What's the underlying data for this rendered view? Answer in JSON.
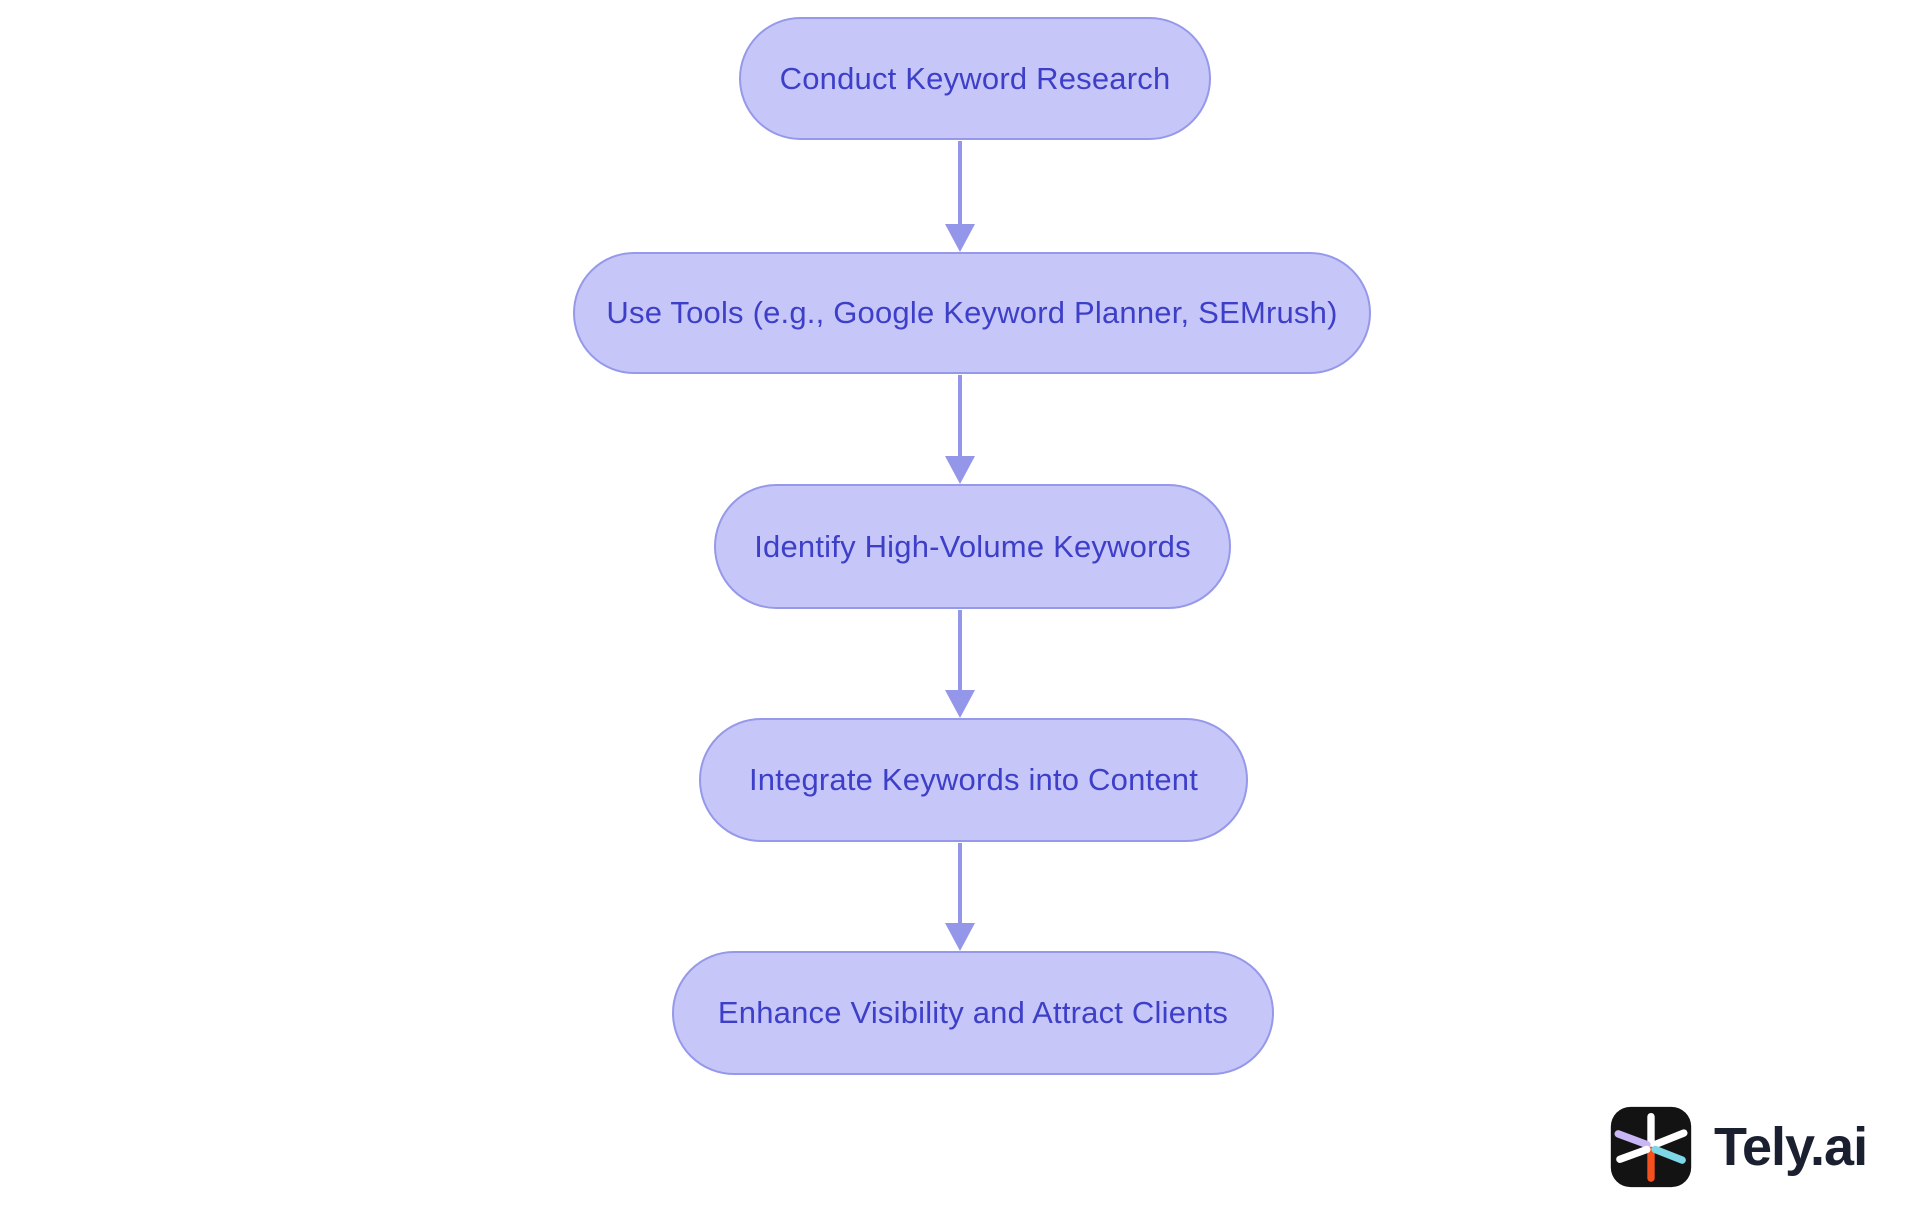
{
  "flowchart": {
    "type": "flowchart",
    "direction": "top-down",
    "nodes": [
      {
        "id": "conduct-keyword-research",
        "label": "Conduct Keyword Research"
      },
      {
        "id": "use-tools",
        "label": "Use Tools (e.g., Google Keyword Planner, SEMrush)"
      },
      {
        "id": "identify-high-volume-keywords",
        "label": "Identify High-Volume Keywords"
      },
      {
        "id": "integrate-keywords-into-content",
        "label": "Integrate Keywords into Content"
      },
      {
        "id": "enhance-visibility-attract-clients",
        "label": "Enhance Visibility and Attract Clients"
      }
    ],
    "edges": [
      {
        "from": "conduct-keyword-research",
        "to": "use-tools"
      },
      {
        "from": "use-tools",
        "to": "identify-high-volume-keywords"
      },
      {
        "from": "identify-high-volume-keywords",
        "to": "integrate-keywords-into-content"
      },
      {
        "from": "integrate-keywords-into-content",
        "to": "enhance-visibility-attract-clients"
      }
    ]
  },
  "branding": {
    "logo_text": "Tely.ai",
    "icon": "tely-asterisk-icon"
  },
  "colors": {
    "node-fill": "#c6c7f8",
    "node-border": "#9698ea",
    "node-text": "#3e3fc9",
    "arrow": "#9496ea",
    "logo-text": "#1b2030",
    "logo-bg": "#131313",
    "spoke-white": "#ffffff",
    "spoke-orange": "#f4511e",
    "spoke-lavender": "#c9b6f4",
    "spoke-cyan": "#7ed7e6"
  }
}
